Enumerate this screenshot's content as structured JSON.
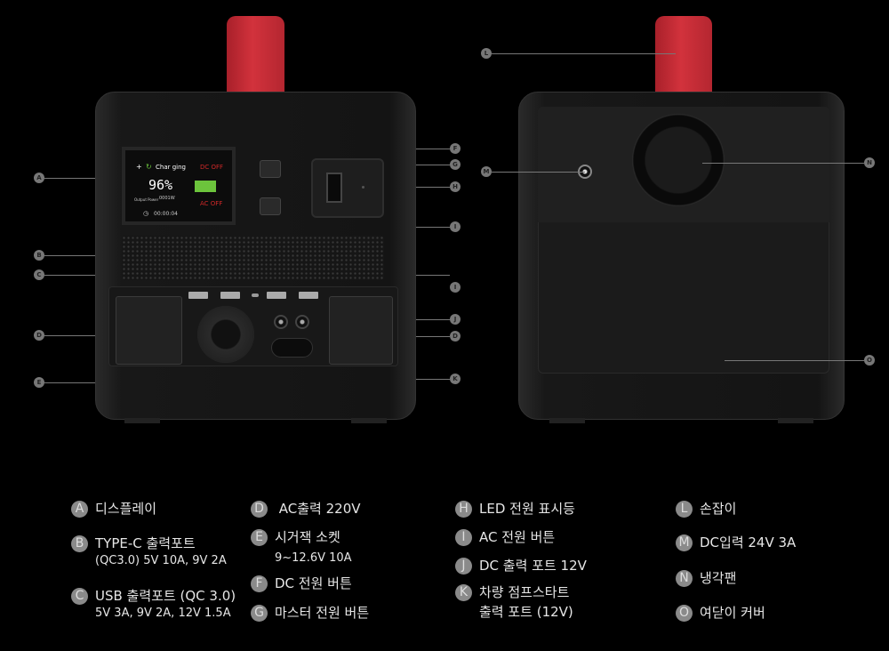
{
  "display": {
    "charging": "Char ging",
    "dc_status": "DC OFF",
    "ac_status": "AC OFF",
    "percent": "96%",
    "output_label": "Output Power",
    "output_value": "0001W",
    "timer": "00:00:04",
    "battery_color": "#6cc43c",
    "off_color": "#d02828"
  },
  "callouts_front": {
    "A": "A",
    "B": "B",
    "C": "C",
    "D": "D",
    "E": "E",
    "F": "F",
    "G": "G",
    "H": "H",
    "I": "I",
    "I2": "I",
    "J": "J",
    "D2": "D",
    "K": "K"
  },
  "callouts_back": {
    "L": "L",
    "M": "M",
    "N": "N",
    "O": "O"
  },
  "legend": [
    {
      "letter": "A",
      "text": "디스플레이",
      "sub": ""
    },
    {
      "letter": "B",
      "text": "TYPE-C 출력포트",
      "sub": "(QC3.0) 5V  10A, 9V   2A"
    },
    {
      "letter": "C",
      "text": "USB 출력포트 (QC 3.0)",
      "sub": "5V  3A, 9V   2A, 12V   1.5A"
    },
    {
      "letter": "D",
      "text": " AC출력 220V",
      "sub": ""
    },
    {
      "letter": "E",
      "text": "시거잭 소켓",
      "sub": "9~12.6V    10A"
    },
    {
      "letter": "F",
      "text": "DC 전원 버튼",
      "sub": ""
    },
    {
      "letter": "G",
      "text": "마스터 전원 버튼",
      "sub": ""
    },
    {
      "letter": "H",
      "text": "LED 전원 표시등",
      "sub": ""
    },
    {
      "letter": "I",
      "text": "AC 전원 버튼",
      "sub": ""
    },
    {
      "letter": "J",
      "text": "DC 출력 포트 12V",
      "sub": ""
    },
    {
      "letter": "K",
      "text": "차량 점프스타트",
      "sub": "출력 포트 (12V)"
    },
    {
      "letter": "L",
      "text": "손잡이",
      "sub": ""
    },
    {
      "letter": "M",
      "text": "DC입력 24V    3A",
      "sub": ""
    },
    {
      "letter": "N",
      "text": "냉각팬",
      "sub": ""
    },
    {
      "letter": "O",
      "text": "여닫이 커버",
      "sub": ""
    }
  ]
}
